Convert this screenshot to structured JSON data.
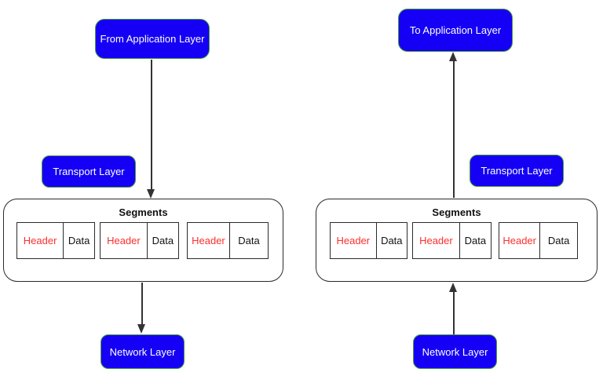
{
  "colors": {
    "node_fill": "#1500f5",
    "node_border": "#4b9a3c",
    "node_text": "#ffffff",
    "header_text": "#fb2f2f",
    "data_text": "#111111",
    "arrow": "#333333",
    "box_border": "#2b2b2b",
    "canvas_bg": "#ffffff"
  },
  "left_flow": {
    "source_label": "From Application Layer",
    "transport_label": "Transport Layer",
    "network_label": "Network Layer",
    "segments": {
      "title": "Segments",
      "items": [
        {
          "header": "Header",
          "data": "Data"
        },
        {
          "header": "Header",
          "data": "Data"
        },
        {
          "header": "Header",
          "data": "Data"
        }
      ]
    }
  },
  "right_flow": {
    "destination_label": "To Application Layer",
    "transport_label": "Transport Layer",
    "network_label": "Network Layer",
    "segments": {
      "title": "Segments",
      "items": [
        {
          "header": "Header",
          "data": "Data"
        },
        {
          "header": "Header",
          "data": "Data"
        },
        {
          "header": "Header",
          "data": "Data"
        }
      ]
    }
  }
}
